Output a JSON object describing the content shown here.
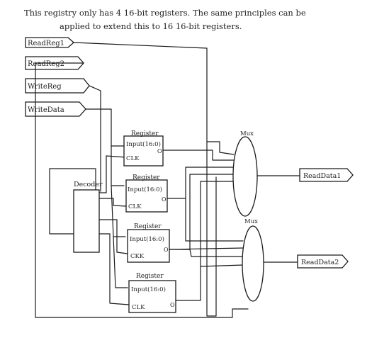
{
  "note": {
    "line1": "This registry only has 4 16-bit registers. The same principles can be",
    "line2": "applied to extend this to 16 16-bit registers."
  },
  "inputs": {
    "read_reg_1": "ReadReg1",
    "read_reg_2": "ReadReg2",
    "write_reg": "WriteReg",
    "write_data": "WriteData"
  },
  "decoder": {
    "label": "Decoder"
  },
  "registers": [
    {
      "title": "Register",
      "input": "Input(16:0)",
      "clk": "CLK",
      "out": "O"
    },
    {
      "title": "Register",
      "input": "Input(16:0)",
      "clk": "CLK",
      "out": "O"
    },
    {
      "title": "Register",
      "input": "Input(16:0)",
      "clk": "CKK",
      "out": "O"
    },
    {
      "title": "Register",
      "input": "Input(16:0)",
      "clk": "CLK",
      "out": "O"
    }
  ],
  "muxes": [
    {
      "label": "Mux"
    },
    {
      "label": "Mux"
    }
  ],
  "outputs": {
    "read_data_1": "ReadData1",
    "read_data_2": "ReadData2"
  }
}
